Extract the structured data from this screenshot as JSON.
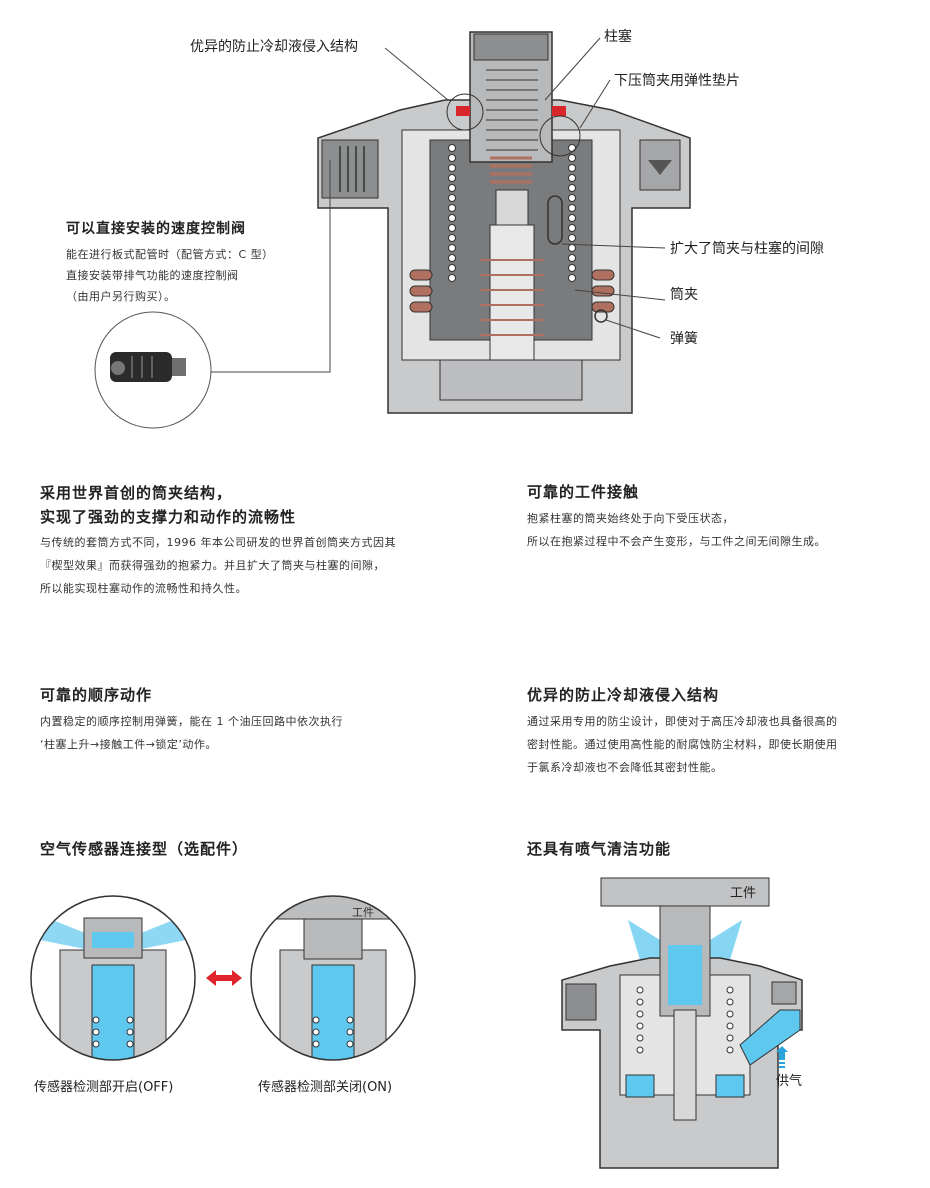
{
  "callouts": {
    "coolant_structure": "优异的防止冷却液侵入结构",
    "plunger": "柱塞",
    "elastic_pad": "下压筒夹用弹性垫片",
    "enlarged_gap": "扩大了筒夹与柱塞的间隙",
    "collet": "筒夹",
    "spring": "弹簧"
  },
  "speed_valve": {
    "title": "可以直接安装的速度控制阀",
    "lines": [
      "能在进行板式配管时（配管方式：C 型）",
      "直接安装带排气功能的速度控制阀",
      "（由用户另行购买）。"
    ]
  },
  "sections": {
    "collet_structure": {
      "title_lines": [
        "采用世界首创的筒夹结构，",
        "实现了强劲的支撑力和动作的流畅性"
      ],
      "lines": [
        "与传统的套筒方式不同，1996 年本公司研发的世界首创筒夹方式因其",
        "『楔型效果』而获得强劲的抱紧力。并且扩大了筒夹与柱塞的间隙，",
        "所以能实现柱塞动作的流畅性和持久性。"
      ]
    },
    "workpiece_contact": {
      "title": "可靠的工件接触",
      "lines": [
        "抱紧柱塞的筒夹始终处于向下受压状态，",
        "所以在抱紧过程中不会产生变形，与工件之间无间隙生成。"
      ]
    },
    "sequence": {
      "title": "可靠的顺序动作",
      "lines": [
        "内置稳定的顺序控制用弹簧，能在 1 个油压回路中依次执行",
        "‘柱塞上升→接触工件→锁定’动作。"
      ]
    },
    "coolant": {
      "title": "优异的防止冷却液侵入结构",
      "lines": [
        "通过采用专用的防尘设计，即使对于高压冷却液也具备很高的",
        "密封性能。通过使用高性能的耐腐蚀防尘材料，即使长期使用",
        "于氯系冷却液也不会降低其密封性能。"
      ]
    },
    "air_sensor": {
      "title": "空气传感器连接型（选配件）",
      "caption_off": "传感器检测部开启(OFF)",
      "caption_on": "传感器检测部关闭(ON)",
      "workpiece": "工件"
    },
    "air_blow": {
      "title": "还具有喷气清洁功能",
      "workpiece": "工件",
      "air_supply": "供气"
    }
  },
  "colors": {
    "body_gray": "#c9cacb",
    "dark_gray": "#6b6c6e",
    "blue_fluid": "#5ec8ef",
    "seal_red": "#d8262c",
    "spring_brown": "#b07060",
    "arrow_red": "#e0262c"
  }
}
